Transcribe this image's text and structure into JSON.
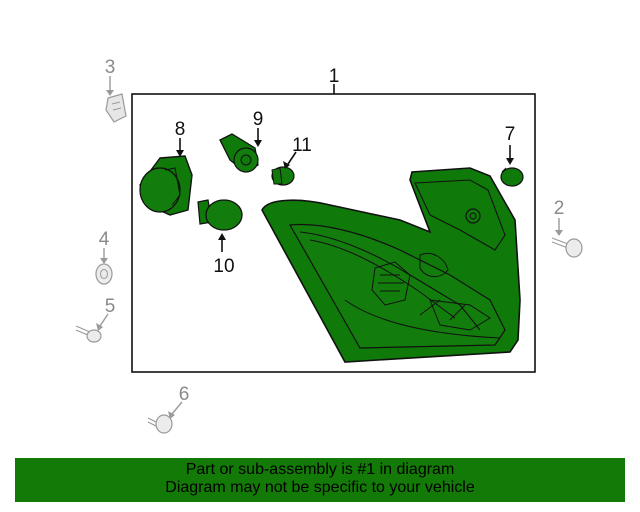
{
  "callouts": {
    "main_assembly": "1",
    "screw_right": "2",
    "bracket_clip": "3",
    "nut": "4",
    "bolt_small": "5",
    "screw_bottom": "6",
    "cap": "7",
    "socket_large": "8",
    "socket_small": "9",
    "bulb_large": "10",
    "bulb_small": "11"
  },
  "footer": {
    "line1": "Part or sub-assembly is #1 in diagram",
    "line2": "Diagram may not be specific to your vehicle"
  },
  "colors": {
    "highlight_green": "#0f7a0a",
    "footer_green": "#147a07",
    "gray_part": "#9a9a9a",
    "outline": "#111111"
  }
}
